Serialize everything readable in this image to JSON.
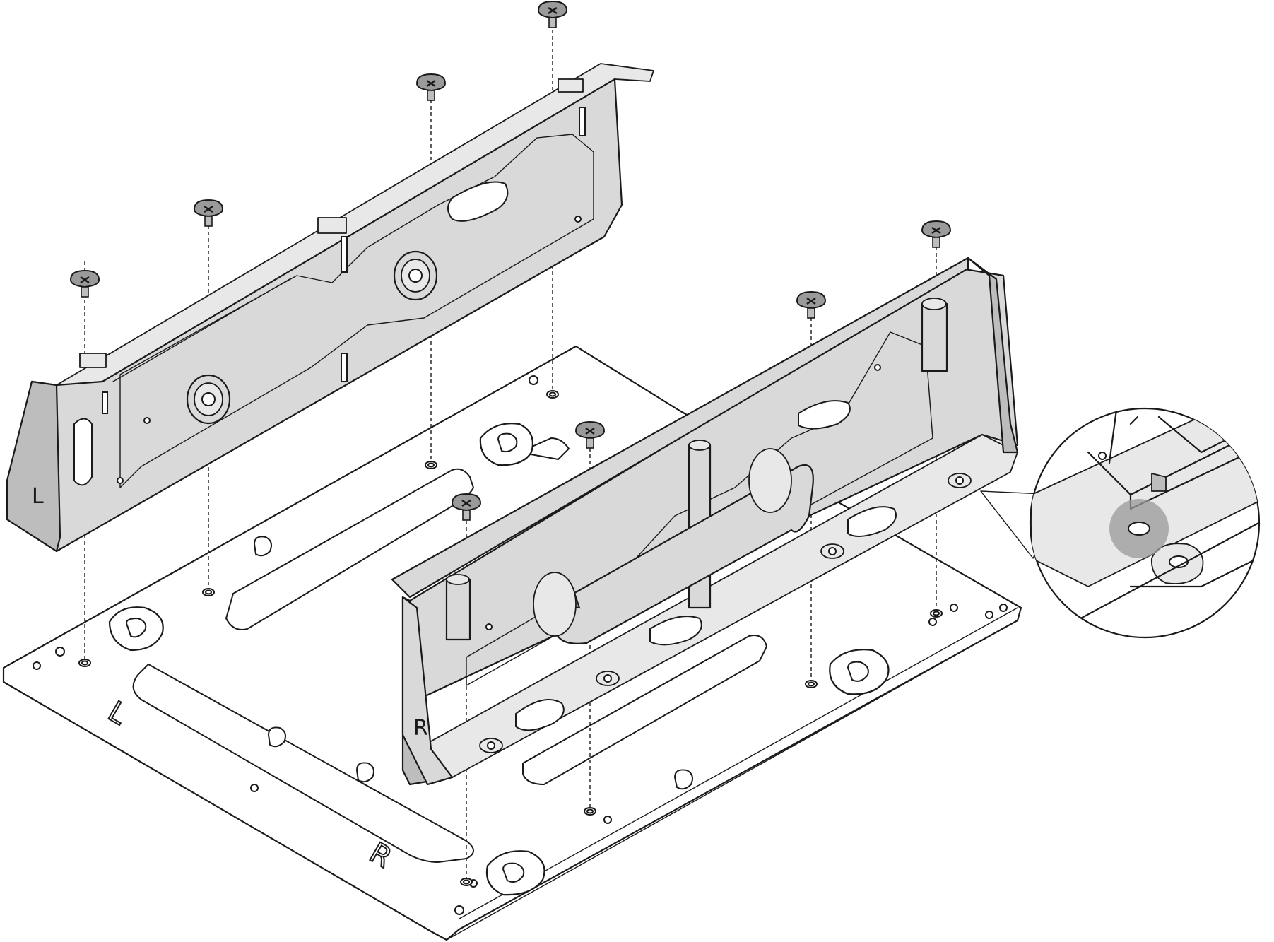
{
  "figure": {
    "plate_labels": [
      "L",
      "R"
    ],
    "left_bracket_label": "L",
    "right_bracket_label": "R"
  },
  "colors": {
    "metal": "#d9d9d9",
    "metal_dark": "#bdbdbd",
    "outline": "#1a1a1a",
    "highlight": "#9a9a9a"
  },
  "parts": {
    "screw_count": 8,
    "icon": "screw-icon"
  }
}
